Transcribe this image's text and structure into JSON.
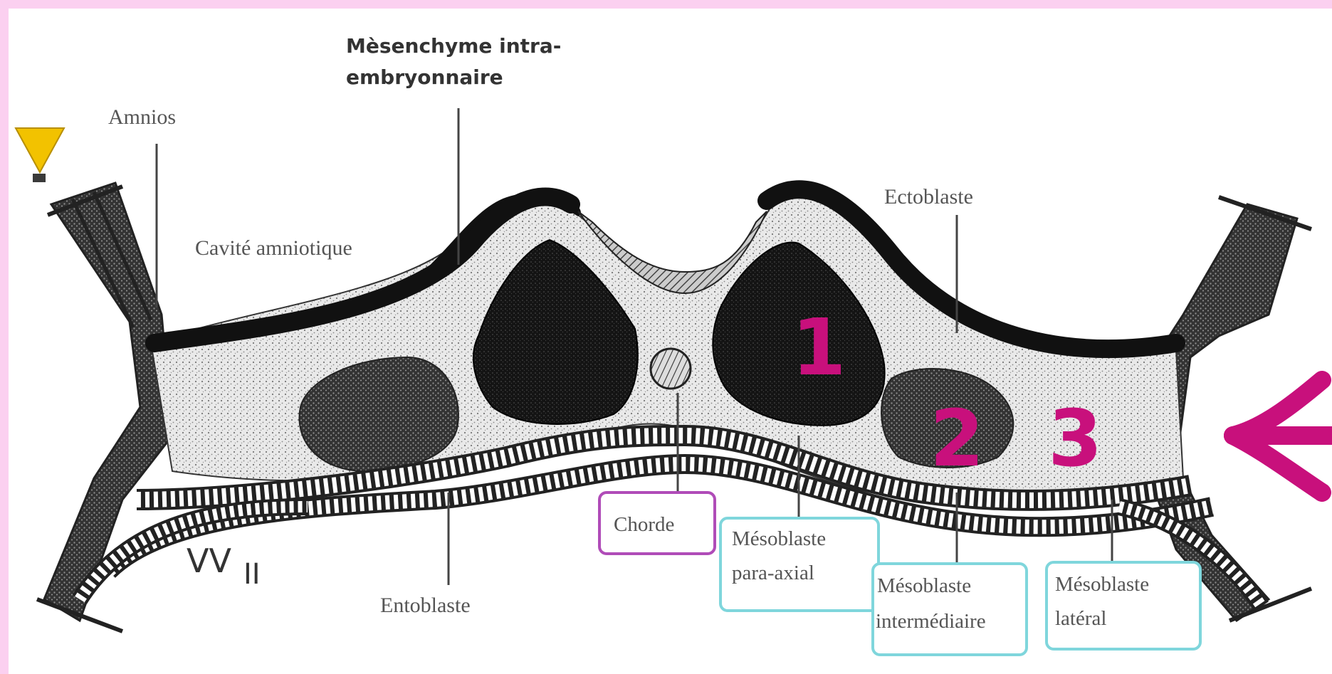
{
  "labels": {
    "mesenchyme_line1": "Mèsenchyme intra-",
    "mesenchyme_line2": "embryonnaire",
    "amnios": "Amnios",
    "cavite": "Cavité amniotique",
    "ectoblaste": "Ectoblaste",
    "entoblaste": "Entoblaste",
    "stage": "VV",
    "stage_sub": "II"
  },
  "boxes": {
    "chorde": "Chorde",
    "paraaxial_line1": "Mésoblaste",
    "paraaxial_line2": "para-axial",
    "intermediaire_line1": "Mésoblaste",
    "intermediaire_line2": "intermédiaire",
    "lateral_line1": "Mésoblaste",
    "lateral_line2": "latéral"
  },
  "numbers": {
    "one": "1",
    "two": "2",
    "three": "3"
  },
  "colors": {
    "pink_accent": "#c8107c",
    "purple_box": "#b04cb8",
    "teal_box": "#7fd6dc",
    "background_pink": "#fbd0f0",
    "tissue_dark": "#111111",
    "marker_yellow": "#f2c200"
  },
  "icons": {
    "marker": "yellow-triangle-marker-icon",
    "arrow": "pink-left-arrow-icon"
  }
}
